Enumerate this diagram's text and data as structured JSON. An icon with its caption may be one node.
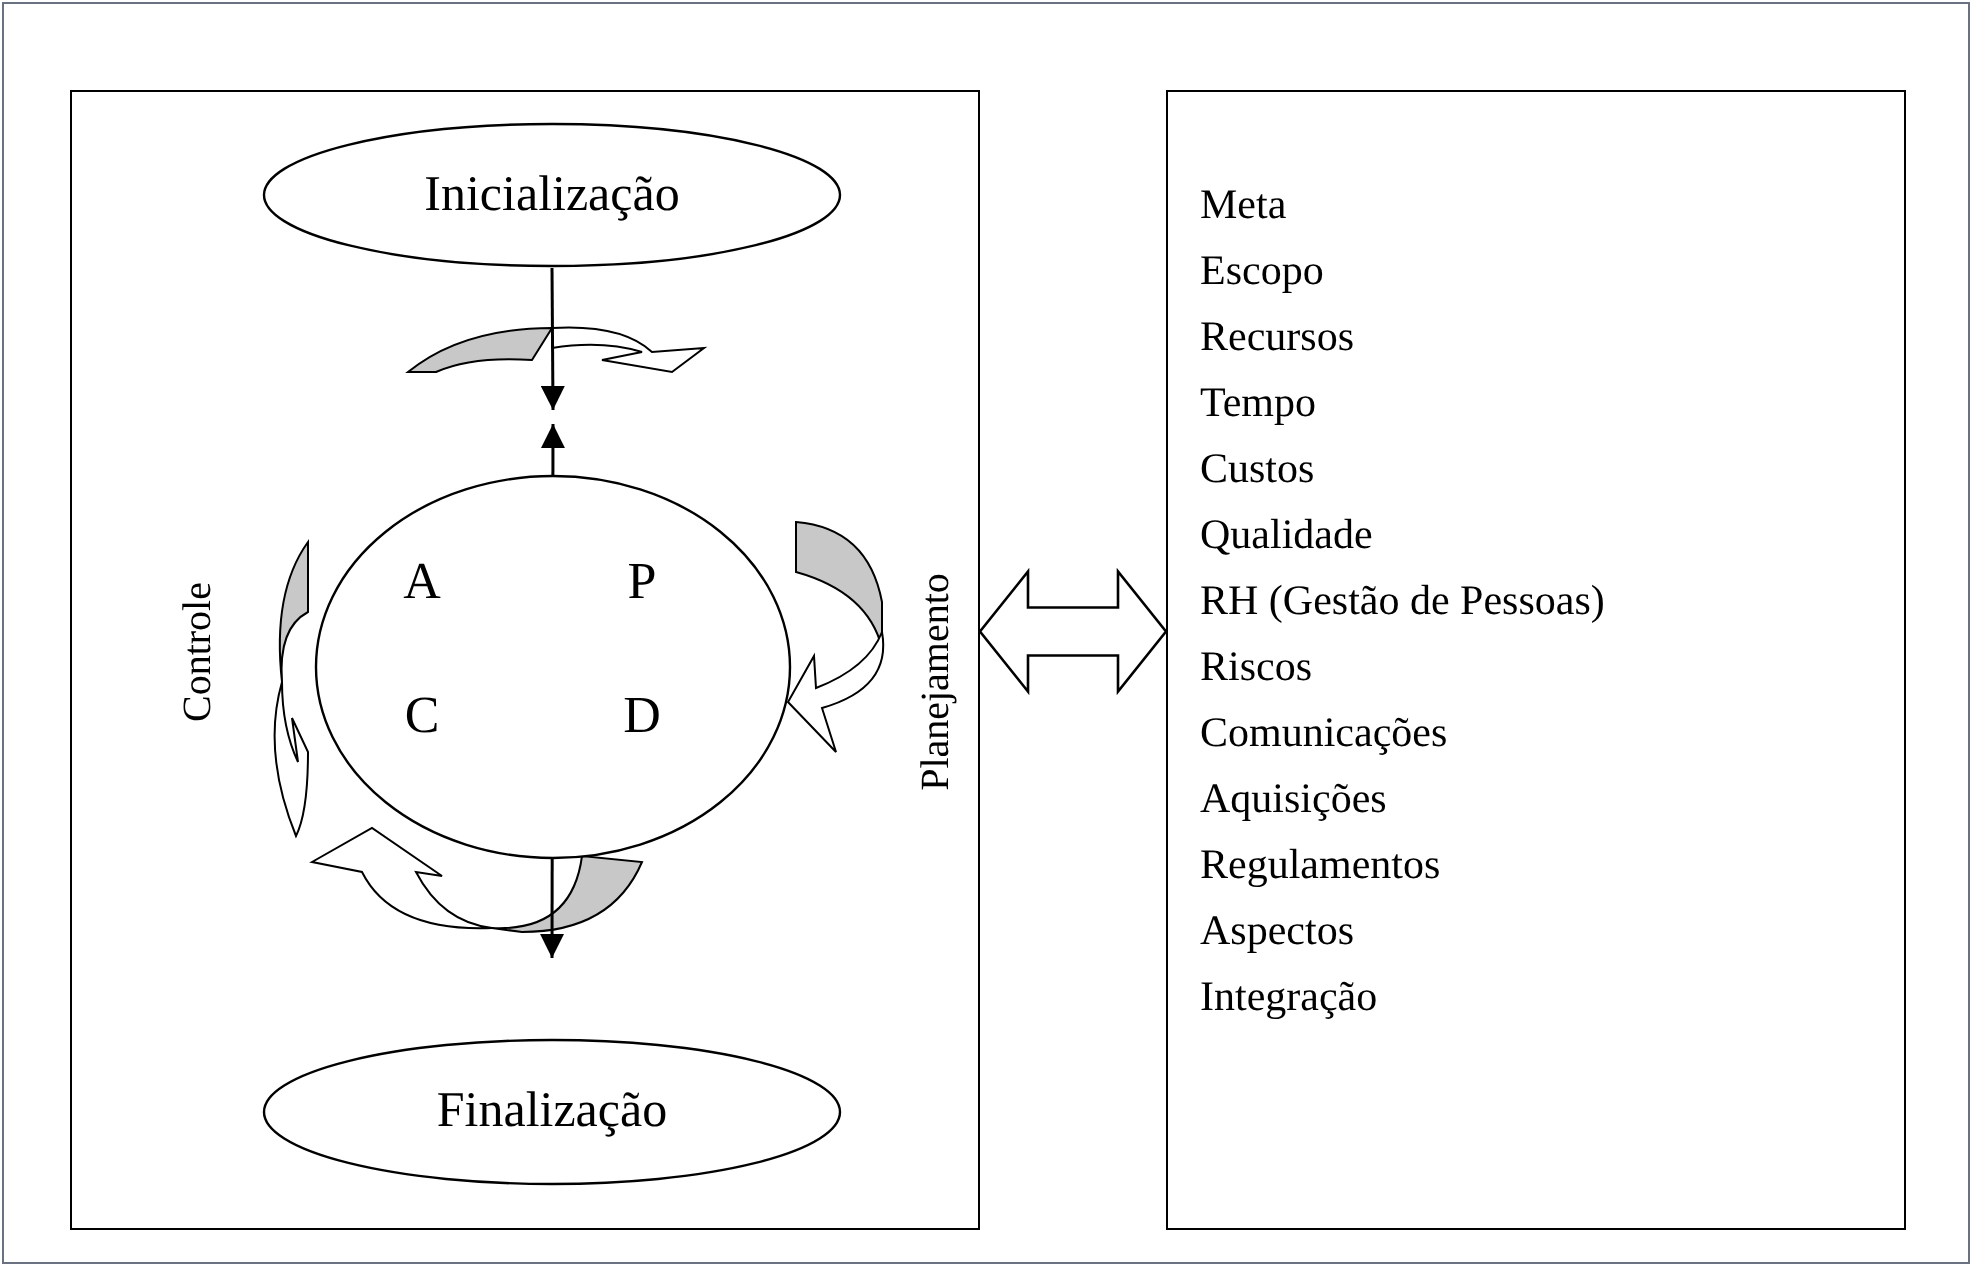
{
  "diagram": {
    "nodes": [
      {
        "text": [],
        "shape": "box"
      },
      {
        "text": [
          "Inicialização"
        ],
        "in": 0
      },
      {
        "text": [
          "A",
          "P",
          "C",
          "D"
        ],
        "in": 0
      },
      {
        "text": [
          "Finalização"
        ],
        "in": 0
      },
      {
        "text": [
          "Meta",
          "Escopo",
          "Recursos",
          "Tempo",
          "Custos",
          "Qualidade",
          "RH (Gestão de Pessoas)",
          "Riscos",
          "Comunicações",
          "Aquisições",
          "Regulamentos",
          "Aspectos",
          "Integração"
        ]
      }
    ],
    "edges": [
      {
        "from": 1,
        "to": 2,
        "arrow": "to"
      },
      {
        "from": 2,
        "to": 3,
        "arrow": "both"
      },
      {
        "from": 0,
        "to": 4,
        "arrow": "both",
        "style": "thick"
      }
    ],
    "labels": [
      "Controle",
      "Planejamento"
    ]
  }
}
